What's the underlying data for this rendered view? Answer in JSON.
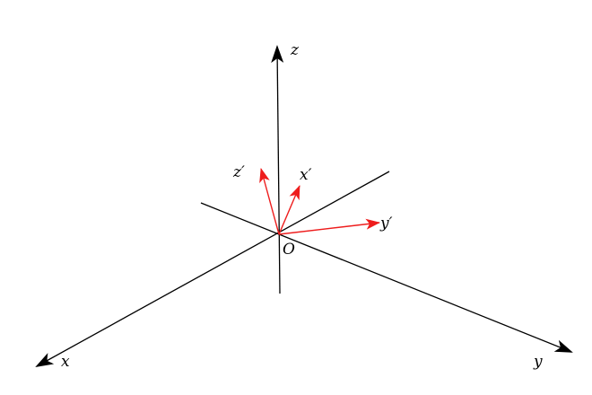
{
  "diagram": {
    "axes": {
      "z": "z",
      "x": "x",
      "y": "y"
    },
    "rotated_axes": {
      "z_prime": "z′",
      "x_prime": "x′",
      "y_prime": "y′"
    },
    "origin": "O",
    "colors": {
      "axes": "#000000",
      "rotated_axes": "#ee1c1c",
      "background": "#ffffff"
    }
  }
}
